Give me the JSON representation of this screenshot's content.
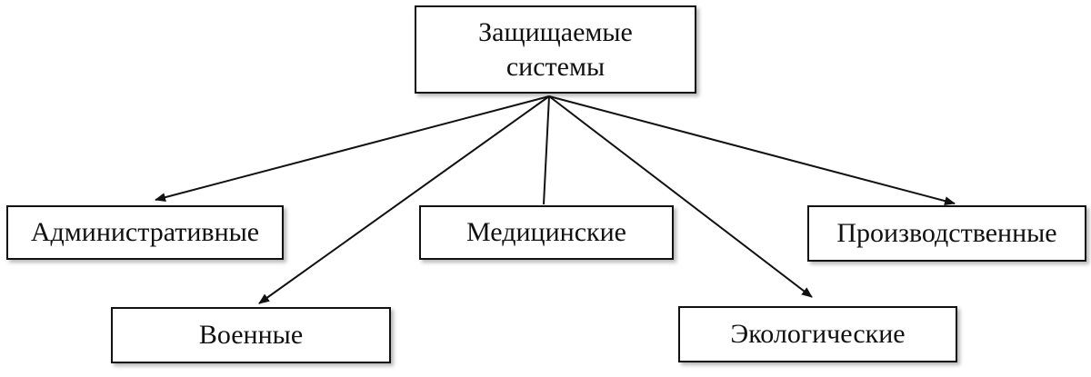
{
  "diagram": {
    "root": {
      "line1": "Защищаемые",
      "line2": "системы"
    },
    "children": {
      "admin": "Административные",
      "medical": "Медицинские",
      "industrial": "Производственные",
      "military": "Военные",
      "ecological": "Экологические"
    }
  }
}
